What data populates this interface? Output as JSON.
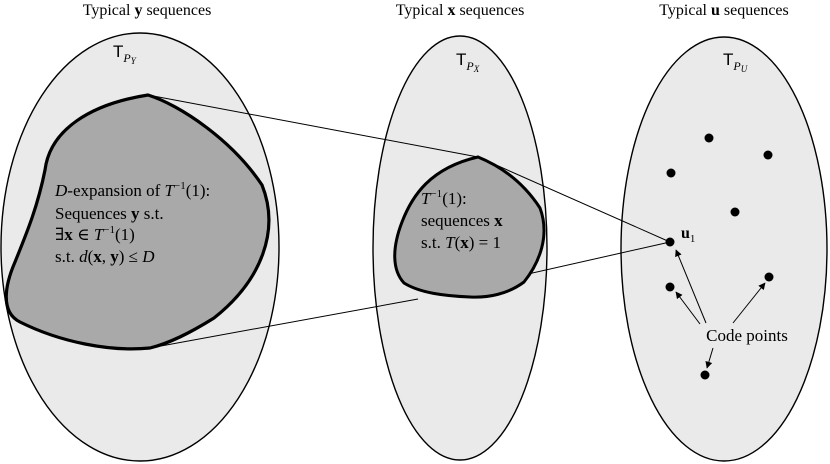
{
  "headings": {
    "y_pre": "Typical ",
    "y_bold": "y",
    "y_post": " sequences",
    "x_pre": "Typical ",
    "x_bold": "x",
    "x_post": " sequences",
    "u_pre": "Typical ",
    "u_bold": "u",
    "u_post": " sequences"
  },
  "sets": {
    "y": {
      "symbol": "T",
      "sub": "P",
      "subsub": "Y"
    },
    "x": {
      "symbol": "T",
      "sub": "P",
      "subsub": "X"
    },
    "u": {
      "symbol": "T",
      "sub": "P",
      "subsub": "U"
    }
  },
  "y_region": {
    "line1_D": "D",
    "line1_text": "-expansion of ",
    "line1_T": "T",
    "line1_sup": "−1",
    "line1_tail": "(1):",
    "line2_pre": "Sequences ",
    "line2_bold": "y",
    "line2_post": " s.t.",
    "line3_exists": "∃",
    "line3_bold": "x",
    "line3_mid": " ∈ ",
    "line3_T": "T",
    "line3_sup": "−1",
    "line3_tail": "(1)",
    "line4_pre": "s.t. ",
    "line4_d": "d",
    "line4_open": "(",
    "line4_x": "x",
    "line4_comma": ", ",
    "line4_y": "y",
    "line4_close": ") ≤ ",
    "line4_D": "D"
  },
  "x_region": {
    "line1_T": "T",
    "line1_sup": "−1",
    "line1_tail": "(1):",
    "line2_pre": "sequences ",
    "line2_bold": "x",
    "line3_pre": "s.t. ",
    "line3_T": "T",
    "line3_open": "(",
    "line3_x": "x",
    "line3_close": ") = 1"
  },
  "u_labels": {
    "u1_bold": "u",
    "u1_sub": "1",
    "code_points": "Code points"
  },
  "colors": {
    "ellipse_fill": "#eaeaea",
    "region_fill": "#a9a9a9",
    "stroke": "#000000"
  }
}
